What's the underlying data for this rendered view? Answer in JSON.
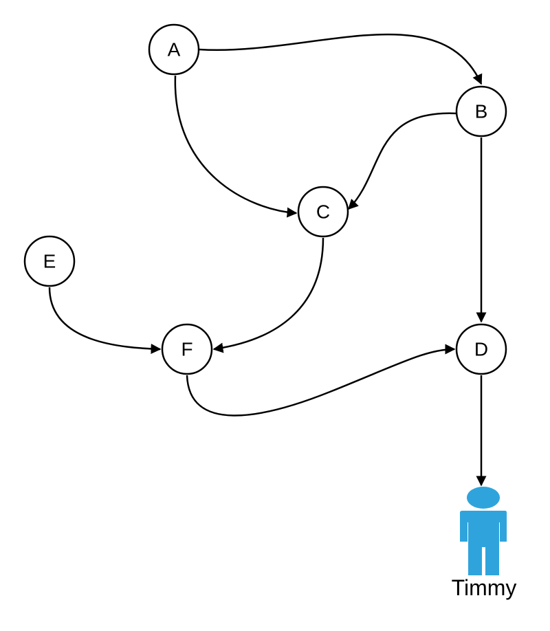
{
  "nodes": {
    "A": "A",
    "B": "B",
    "C": "C",
    "D": "D",
    "E": "E",
    "F": "F"
  },
  "person": {
    "label": "Timmy",
    "color": "#2fa4dc"
  },
  "edges": [
    {
      "from": "A",
      "to": "B"
    },
    {
      "from": "A",
      "to": "C"
    },
    {
      "from": "B",
      "to": "C"
    },
    {
      "from": "B",
      "to": "D"
    },
    {
      "from": "C",
      "to": "F"
    },
    {
      "from": "E",
      "to": "F"
    },
    {
      "from": "F",
      "to": "D"
    },
    {
      "from": "D",
      "to": "Timmy"
    }
  ]
}
